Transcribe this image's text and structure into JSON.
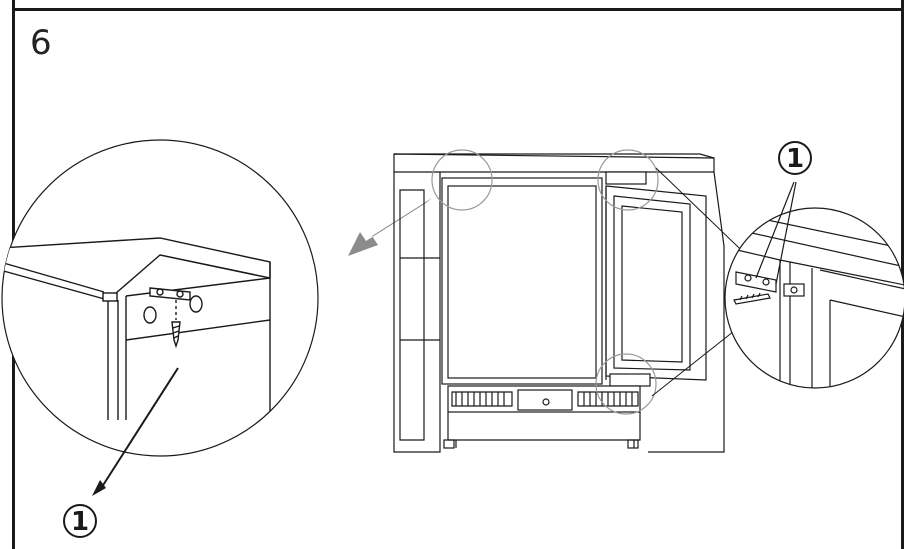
{
  "step": {
    "number": "6"
  },
  "callouts": {
    "detail_left": "1",
    "detail_right": "1"
  },
  "colors": {
    "line": "#1a1a1a",
    "arrow": "#8c8c8c",
    "background": "#ffffff"
  }
}
